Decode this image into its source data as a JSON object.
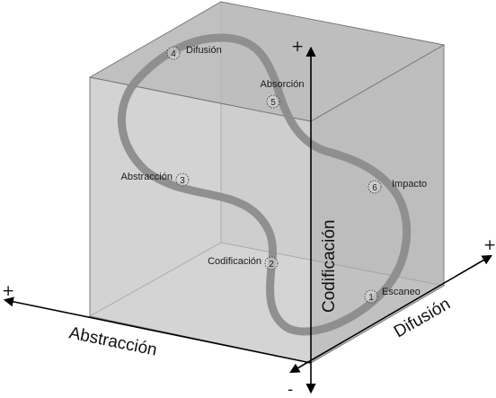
{
  "axes": {
    "x_label": "Abstracción",
    "y_label": "Codificación",
    "z_label": "Difusión",
    "plus": "+",
    "minus": "-"
  },
  "stages": [
    {
      "num": "1",
      "label": "Escaneo"
    },
    {
      "num": "2",
      "label": "Codificación"
    },
    {
      "num": "3",
      "label": "Abstracción"
    },
    {
      "num": "4",
      "label": "Difusión"
    },
    {
      "num": "5",
      "label": "Absorción"
    },
    {
      "num": "6",
      "label": "Impacto"
    }
  ],
  "colors": {
    "cube_back": "#dcdcdc",
    "cube_top": "#b9b9b9",
    "cube_front": "#c9c9c9",
    "cube_right": "#b3b3b3",
    "curve": "#8c8c8c",
    "axis": "#000000"
  }
}
